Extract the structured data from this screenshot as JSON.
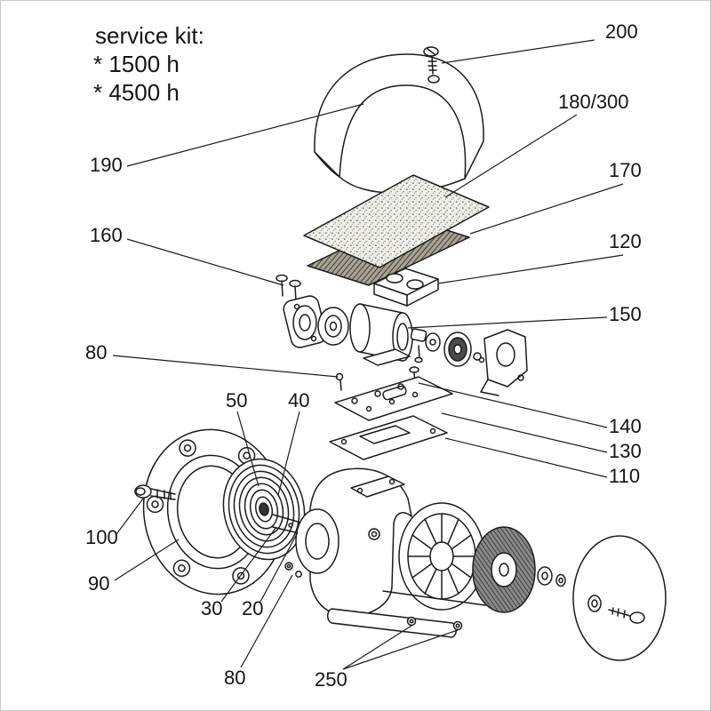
{
  "page": {
    "background": "#ffffff",
    "ink": "#1c1c1c"
  },
  "service_note": {
    "title": "service kit:",
    "items": [
      "* 1500 h",
      "* 4500 h"
    ]
  },
  "part_labels": {
    "l200": "200",
    "l180_300": "180/300",
    "l170": "170",
    "l120": "120",
    "l150": "150",
    "l190": "190",
    "l160": "160",
    "l80_upper": "80",
    "l140": "140",
    "l130": "130",
    "l110": "110",
    "l50": "50",
    "l40": "40",
    "l100": "100",
    "l90": "90",
    "l30": "30",
    "l20": "20",
    "l80_lower": "80",
    "l250": "250"
  }
}
